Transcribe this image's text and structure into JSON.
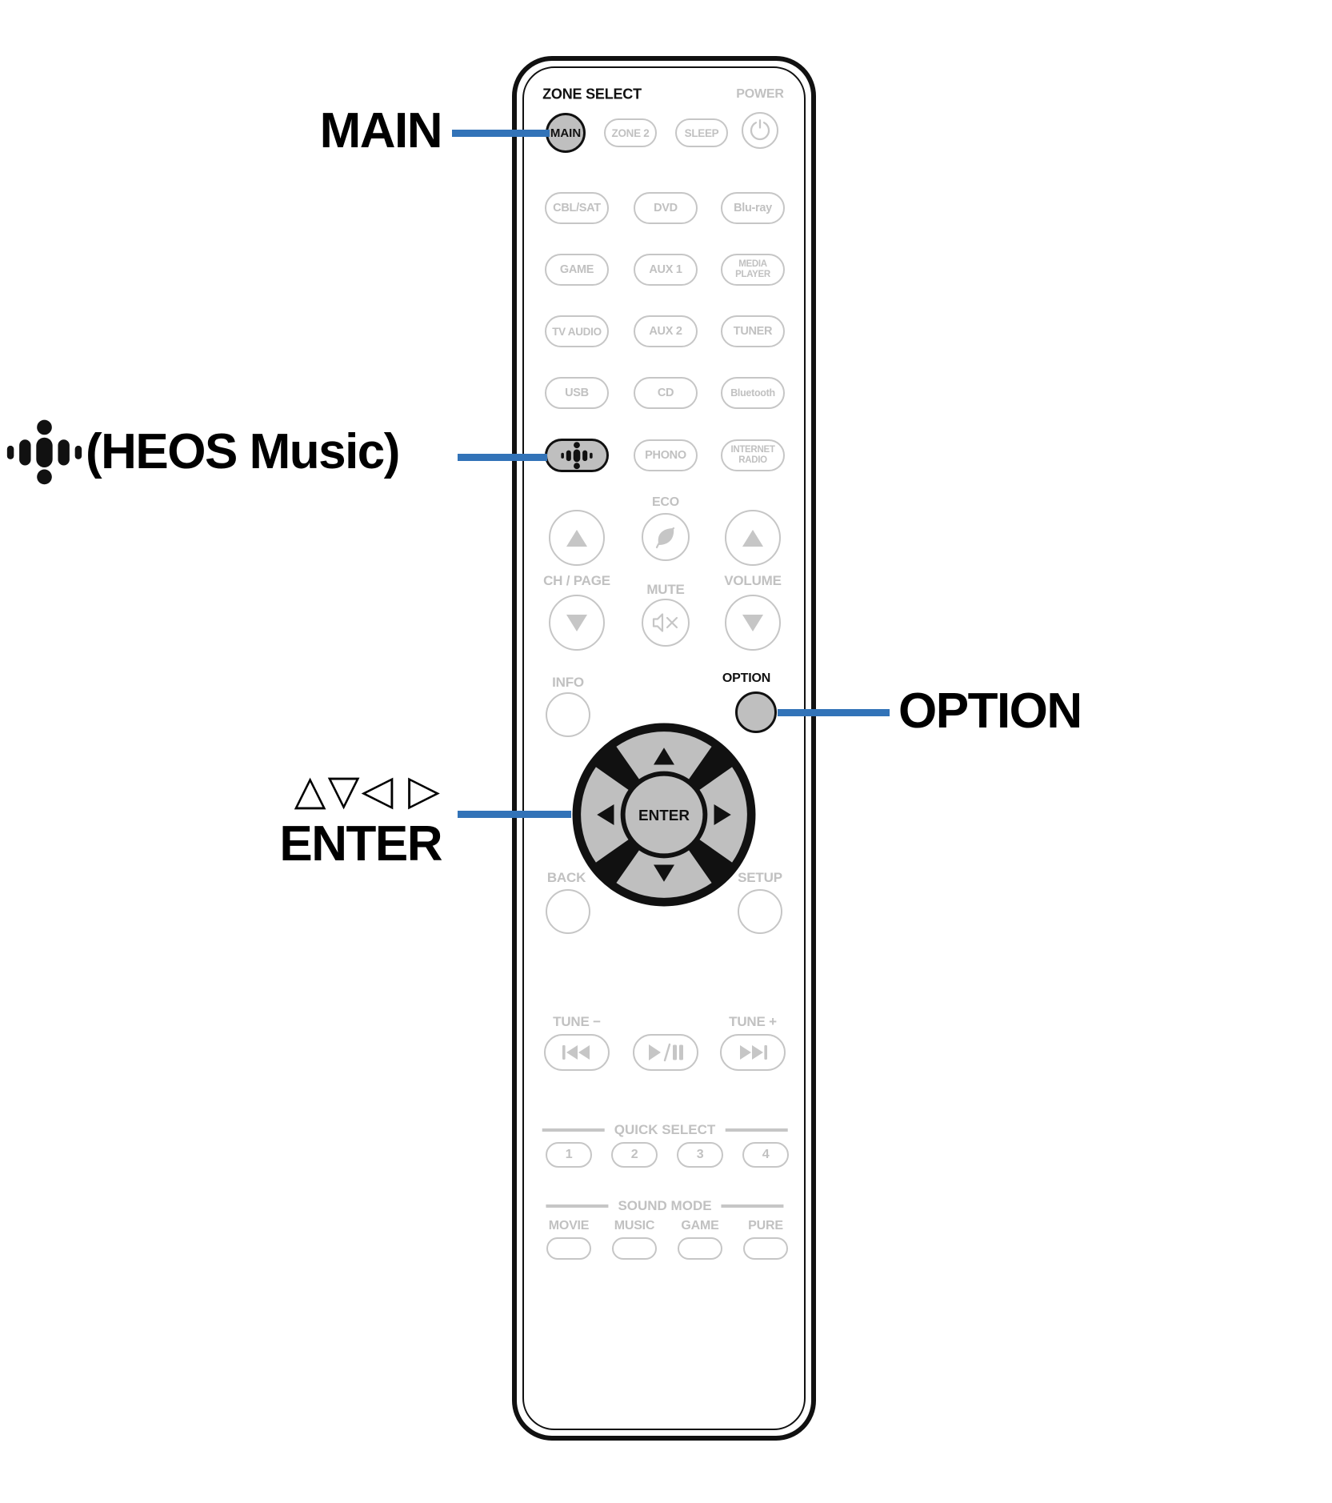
{
  "colors": {
    "accent_blue": "#3273b8",
    "button_fill_gray": "#bfbfbf",
    "inactive_gray": "#c6c6c6",
    "ink_black": "#111111"
  },
  "callouts": {
    "main": "MAIN",
    "heos_music": "(HEOS Music)",
    "heos_icon": "heos-wave-icon",
    "cursor_arrows": "△▽◁ ▷",
    "enter": "ENTER",
    "option": "OPTION"
  },
  "remote": {
    "zone_select_label": "ZONE SELECT",
    "power_label": "POWER",
    "power_icon": "power-icon",
    "zone_buttons": {
      "main": "MAIN",
      "zone2": "ZONE 2",
      "sleep": "SLEEP"
    },
    "sources": {
      "row1": [
        "CBL/SAT",
        "DVD",
        "Blu-ray"
      ],
      "row2": [
        "GAME",
        "AUX 1",
        "MEDIA\nPLAYER"
      ],
      "row3": [
        "TV AUDIO",
        "AUX 2",
        "TUNER"
      ],
      "row4": [
        "USB",
        "CD",
        "Bluetooth"
      ],
      "row5_heos_icon": "heos-wave-icon",
      "row5_phono": "PHONO",
      "row5_internet_radio": "INTERNET\nRADIO"
    },
    "eco_label": "ECO",
    "eco_icon": "eco-leaf-icon",
    "ch_page_label": "CH / PAGE",
    "ch_page_icons": [
      "triangle-up-icon",
      "triangle-down-icon"
    ],
    "mute_label": "MUTE",
    "mute_icon": "mute-icon",
    "volume_label": "VOLUME",
    "volume_icons": [
      "triangle-up-icon",
      "triangle-down-icon"
    ],
    "info_label": "INFO",
    "option_label": "OPTION",
    "cursor_icons": [
      "cursor-up-icon",
      "cursor-right-icon",
      "cursor-down-icon",
      "cursor-left-icon"
    ],
    "enter_button": "ENTER",
    "back_label": "BACK",
    "setup_label": "SETUP",
    "tune_minus_label": "TUNE −",
    "tune_plus_label": "TUNE +",
    "transport_icons": [
      "skip-back-icon",
      "play-pause-icon",
      "skip-forward-icon"
    ],
    "quick_select_label": "QUICK SELECT",
    "quick_select_buttons": [
      "1",
      "2",
      "3",
      "4"
    ],
    "sound_mode_label": "SOUND MODE",
    "sound_mode_buttons": [
      "MOVIE",
      "MUSIC",
      "GAME",
      "PURE"
    ]
  }
}
